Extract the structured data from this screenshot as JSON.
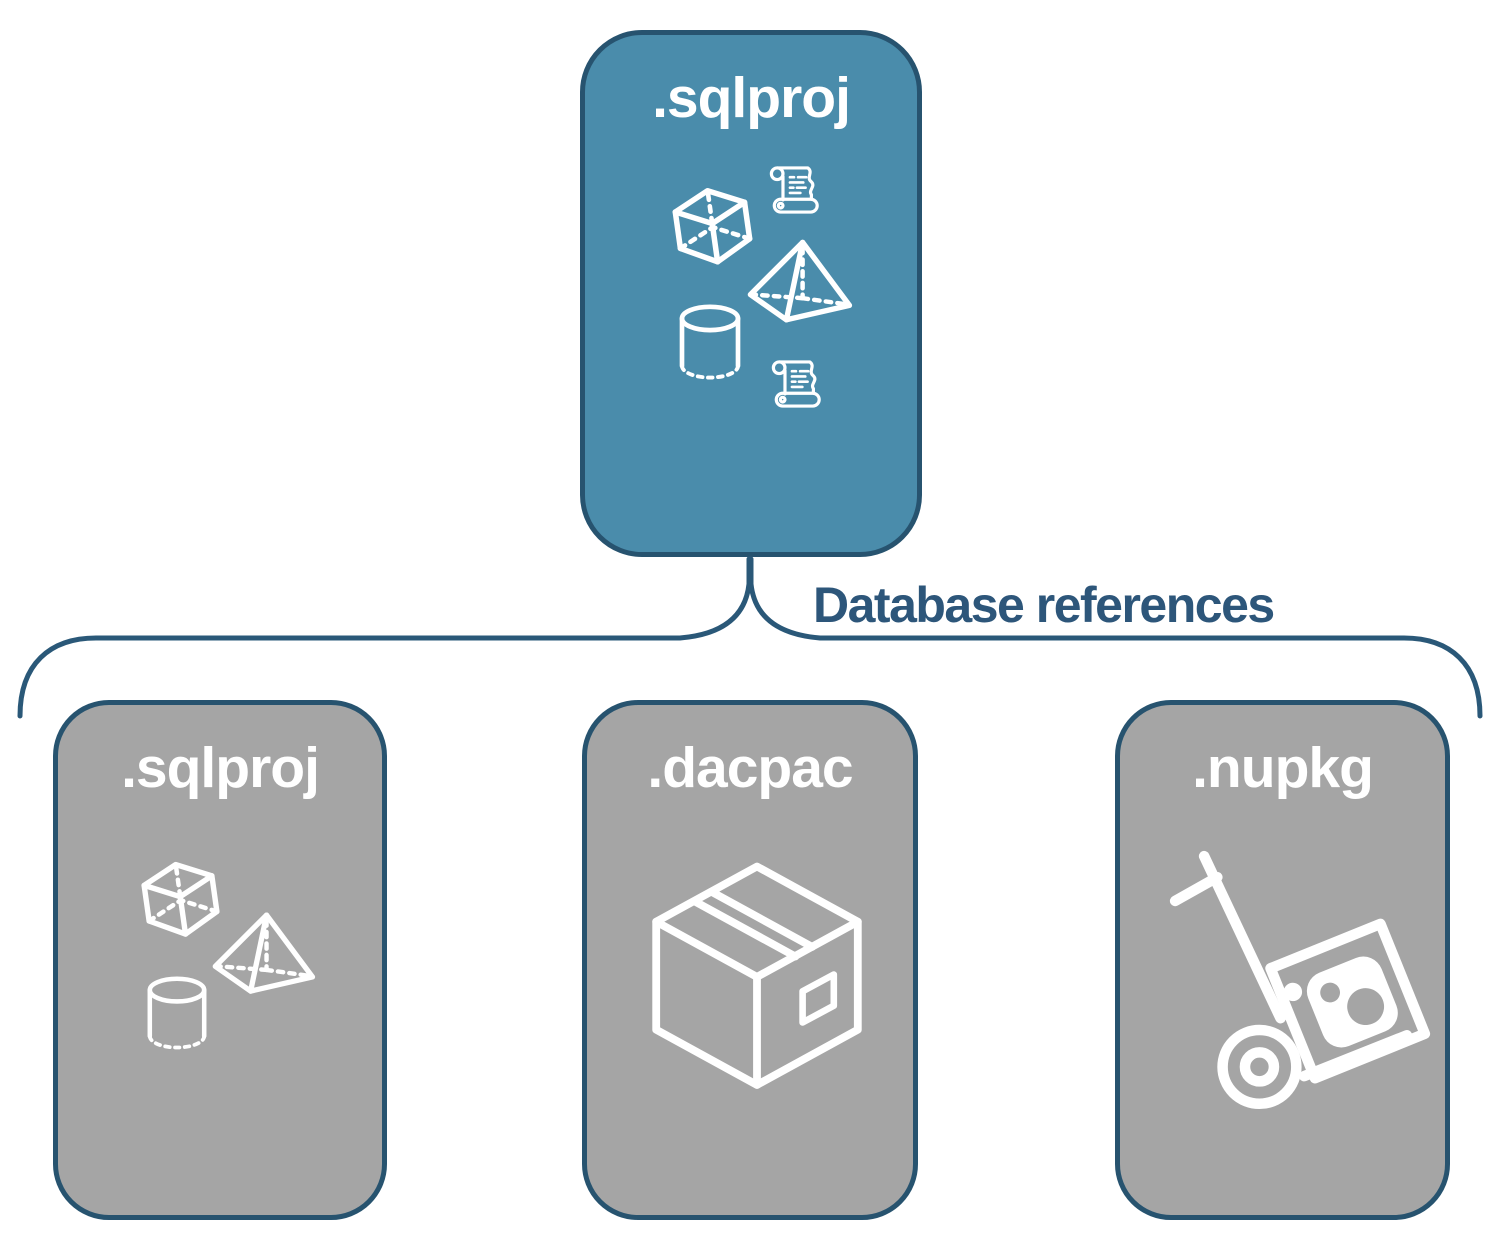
{
  "colors": {
    "background": "#FFFFFF",
    "teal": "#4A8CAB",
    "gray": "#A5A5A5",
    "border": "#27536F",
    "line": "#2A5878",
    "label": "#2D567A",
    "icon": "#FFFFFF"
  },
  "connector": {
    "label": "Database references"
  },
  "nodes": {
    "source": {
      "label": ".sqlproj",
      "icons": [
        "scroll-icon",
        "cube-icon",
        "pyramid-icon",
        "cylinder-icon",
        "scroll-icon"
      ]
    },
    "references": [
      {
        "label": ".sqlproj",
        "icons": [
          "cube-icon",
          "pyramid-icon",
          "cylinder-icon"
        ]
      },
      {
        "label": ".dacpac",
        "icons": [
          "package-box-icon"
        ]
      },
      {
        "label": ".nupkg",
        "icons": [
          "hand-truck-package-icon"
        ]
      }
    ]
  }
}
